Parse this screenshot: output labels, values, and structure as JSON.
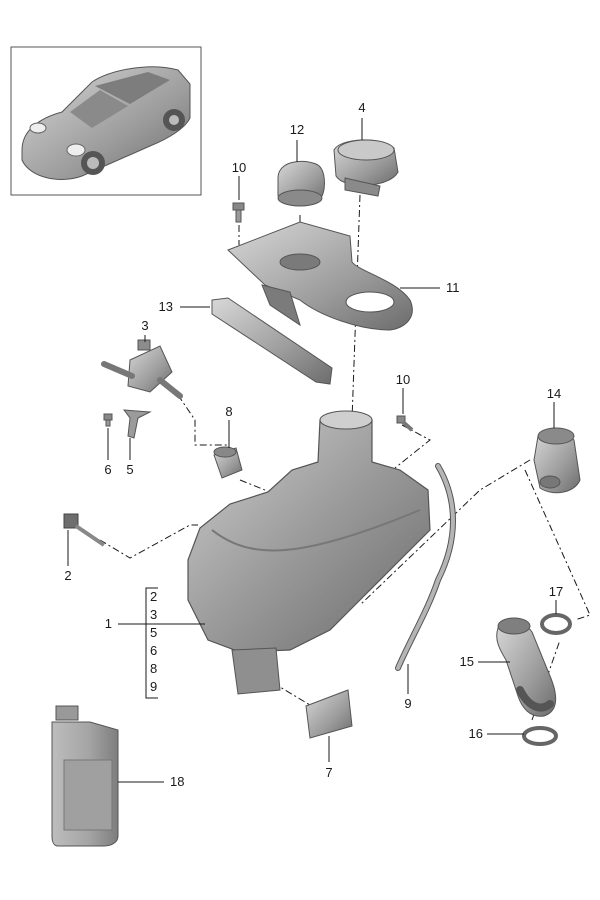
{
  "callouts": {
    "c1": "1",
    "c2": "2",
    "c3": "3",
    "c4": "4",
    "c5": "5",
    "c6": "6",
    "c7": "7",
    "c8": "8",
    "c9": "9",
    "c10a": "10",
    "c10b": "10",
    "c11": "11",
    "c12": "12",
    "c13": "13",
    "c14": "14",
    "c15": "15",
    "c16": "16",
    "c17": "17",
    "c18": "18"
  },
  "group_list": [
    "2",
    "3",
    "5",
    "6",
    "8",
    "9"
  ],
  "colors": {
    "part_fill": "#a9a9a9",
    "part_dark": "#6f6f6f",
    "part_light": "#d2d2d2",
    "line": "#1a1a1a"
  }
}
